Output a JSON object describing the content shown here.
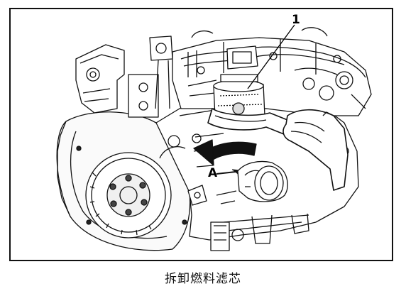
{
  "figure": {
    "callout_number": "1",
    "arrow_label": "A",
    "caption": "拆卸燃料滤芯"
  },
  "colors": {
    "ink": "#111111",
    "paper": "#ffffff"
  }
}
